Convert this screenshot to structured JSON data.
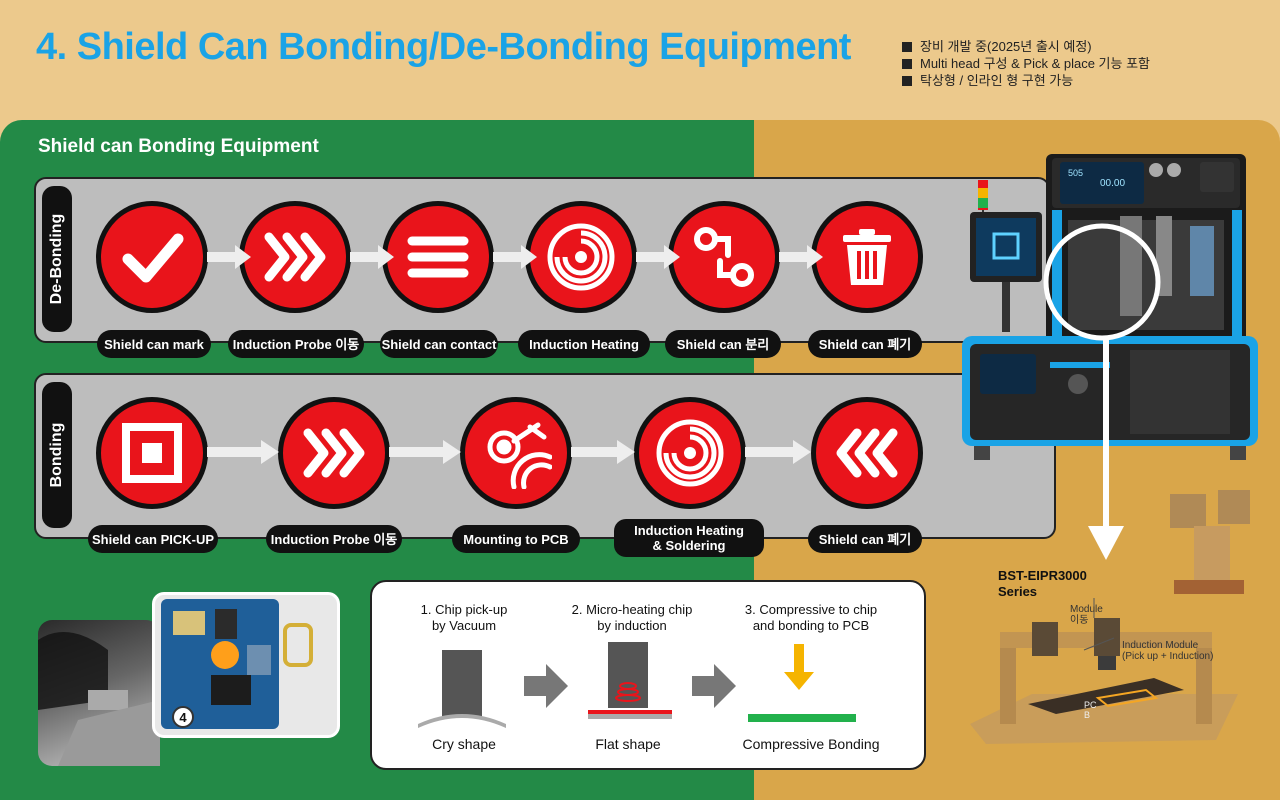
{
  "header": {
    "title": "4. Shield Can Bonding/De-Bonding Equipment",
    "bullets": [
      "장비 개발 중(2025년 출시 예정)",
      "Multi head 구성 & Pick & place 기능 포함",
      "탁상형 / 인라인 형 구현 가능"
    ]
  },
  "section_title": "Shield can Bonding Equipment",
  "debonding": {
    "tab": "De-Bonding",
    "steps": [
      {
        "label": "Shield can mark",
        "icon": "checkmark-icon"
      },
      {
        "label": "Induction Probe 이동",
        "icon": "chevrons-right-icon"
      },
      {
        "label": "Shield can contact",
        "icon": "bars-icon"
      },
      {
        "label": "Induction Heating",
        "icon": "heating-coil-icon"
      },
      {
        "label": "Shield can 분리",
        "icon": "separate-icon"
      },
      {
        "label": "Shield can 폐기",
        "icon": "trash-icon"
      }
    ]
  },
  "bonding": {
    "tab": "Bonding",
    "steps": [
      {
        "label": "Shield can PICK-UP",
        "icon": "square-target-icon"
      },
      {
        "label": "Induction Probe 이동",
        "icon": "chevrons-right-icon"
      },
      {
        "label": "Mounting to PCB",
        "icon": "mounting-icon"
      },
      {
        "label": "Induction Heating\n& Soldering",
        "icon": "heating-coil-icon"
      },
      {
        "label": "Shield can 폐기",
        "icon": "chevrons-left-icon"
      }
    ]
  },
  "comparison": {
    "steps": [
      {
        "title": "1. Chip pick-up\nby Vacuum",
        "caption": "Cry shape"
      },
      {
        "title": "2. Micro-heating chip\nby induction",
        "caption": "Flat shape"
      },
      {
        "title": "3. Compressive to chip\nand bonding to PCB",
        "caption": "Compressive Bonding"
      }
    ]
  },
  "photo": {
    "badge": "4"
  },
  "machine": {
    "screen_value": "00.00",
    "screen_small": "505",
    "series": "BST-EIPR3000\nSeries"
  },
  "module_diagram": {
    "module_move": "Module\n이동",
    "induction_module": "Induction Module\n(Pick up + Induction)",
    "pcb": "PC\nB"
  },
  "colors": {
    "title_blue": "#1aa3e6",
    "header_bg": "#ecc98c",
    "green": "#238a47",
    "gold": "#d9a64a",
    "red": "#e9141b",
    "band_gray": "#bdbdbd"
  }
}
